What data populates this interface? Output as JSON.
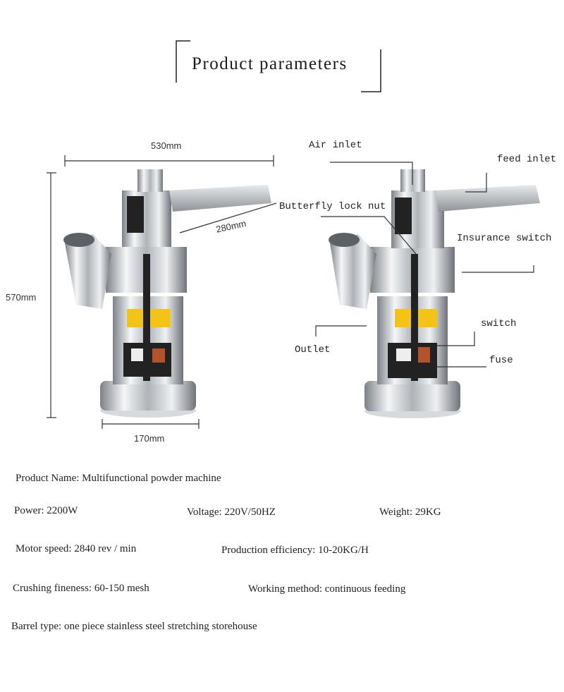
{
  "header": {
    "title": "Product parameters"
  },
  "dimensions": {
    "width": "530mm",
    "height": "570mm",
    "base": "170mm",
    "chute": "280mm"
  },
  "callouts": {
    "air_inlet": "Air inlet",
    "feed_inlet": "feed inlet",
    "butterfly_lock_nut": "Butterfly lock nut",
    "insurance_switch": "Insurance switch",
    "switch": "switch",
    "outlet": "Outlet",
    "fuse": "fuse"
  },
  "specs": {
    "product_name": "Product Name: Multifunctional powder machine",
    "power": "Power: 2200W",
    "voltage": "Voltage: 220V/50HZ",
    "weight": "Weight: 29KG",
    "motor_speed": "Motor speed: 2840 rev / min",
    "efficiency": "Production efficiency: 10-20KG/H",
    "fineness": "Crushing fineness: 60-150 mesh",
    "method": "Working method: continuous feeding",
    "barrel": "Barrel type: one piece stainless steel stretching storehouse"
  }
}
